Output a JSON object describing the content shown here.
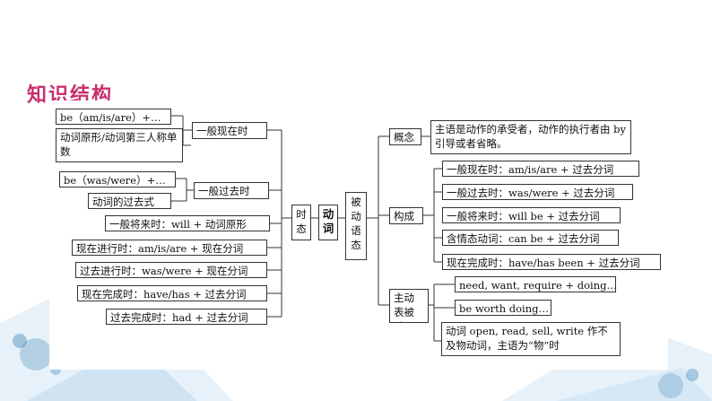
{
  "heading": "知识结构",
  "tense_items": [
    "be（am/is/are）+…",
    "动词原形/动词第三人称单数",
    "be（was/were）+…",
    "动词的过去式",
    "一般将来时：will + 动词原形",
    "现在进行时：am/is/are + 现在分词",
    "过去进行时：was/were + 现在分词",
    "现在完成时：have/has + 过去分词",
    "过去完成时：had + 过去分词"
  ],
  "tense_groups": [
    "一般现在时",
    "一般过去时"
  ],
  "tense_label": "时态",
  "root_label": "动词",
  "passive_label": "被动语态",
  "passive_branches": [
    "概念",
    "构成",
    "主动表被动"
  ],
  "concept_text": "主语是动作的承受者，动作的执行者由 by 引导或者省略。",
  "form_items": [
    "一般现在时：am/is/are + 过去分词",
    "一般过去时：was/were + 过去分词",
    "一般将来时：will be + 过去分词",
    "含情态动词：can be + 过去分词",
    "现在完成时：have/has been + 过去分词"
  ],
  "active_items": [
    "need, want, require + doing…",
    "be worth doing…",
    "动词 open, read, sell, write 作不及物动词，主语为“物”时"
  ],
  "colors": {
    "heading": "#c82f6e",
    "accent_blue": "#1d6fa8"
  }
}
